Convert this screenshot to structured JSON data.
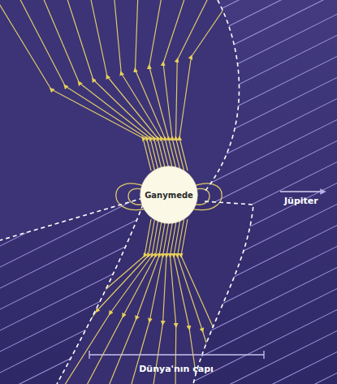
{
  "diagram": {
    "nodes": [
      {
        "text": [
          "Ganymede"
        ]
      }
    ],
    "labels": [
      "Jüpiter",
      "Dünya'nın çapı"
    ]
  }
}
